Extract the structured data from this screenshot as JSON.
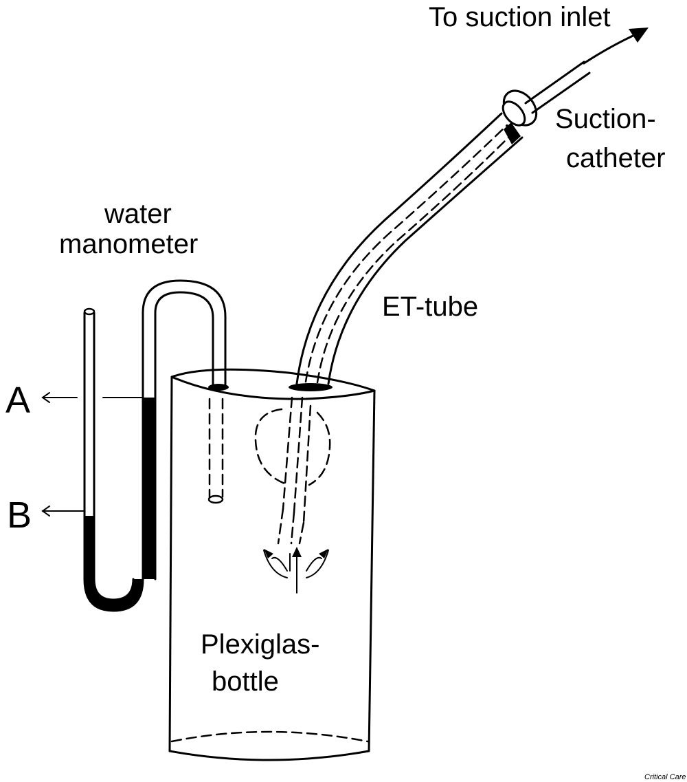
{
  "labels": {
    "suction_inlet": "To suction inlet",
    "suction_catheter_line1": "Suction-",
    "suction_catheter_line2": "catheter",
    "water_manometer_line1": "water",
    "water_manometer_line2": "manometer",
    "et_tube": "ET-tube",
    "point_a": "A",
    "point_b": "B",
    "bottle_line1": "Plexiglas-",
    "bottle_line2": "bottle",
    "credit": "Critical Care"
  }
}
